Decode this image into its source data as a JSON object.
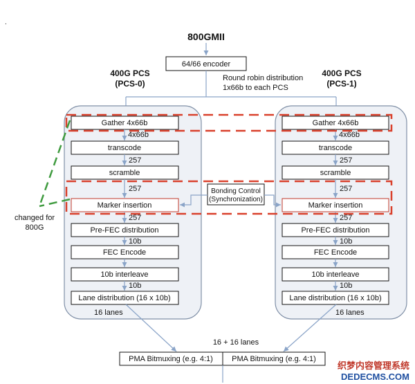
{
  "dot": ".",
  "top": {
    "title": "800GMII",
    "encoder": "64/66 encoder",
    "distribution_line1": "Round robin distribution",
    "distribution_line2": "1x66b to each PCS"
  },
  "pcs0": {
    "title_line1": "400G PCS",
    "title_line2": "(PCS-0)",
    "gather": "Gather 4x66b",
    "l_4x66b": "4x66b",
    "transcode": "transcode",
    "l_257a": "257",
    "scramble": "scramble",
    "l_257b": "257",
    "marker": "Marker insertion",
    "l_257c": "257",
    "prefec": "Pre-FEC distribution",
    "l_10ba": "10b",
    "fec": "FEC Encode",
    "l_10bb": "10b",
    "interleave": "10b interleave",
    "l_10bc": "10b",
    "lane_dist": "Lane distribution (16 x 10b)",
    "lanes": "16 lanes"
  },
  "pcs1": {
    "title_line1": "400G PCS",
    "title_line2": "(PCS-1)",
    "gather": "Gather 4x66b",
    "l_4x66b": "4x66b",
    "transcode": "transcode",
    "l_257a": "257",
    "scramble": "scramble",
    "l_257b": "257",
    "marker": "Marker insertion",
    "l_257c": "257",
    "prefec": "Pre-FEC distribution",
    "l_10ba": "10b",
    "fec": "FEC Encode",
    "l_10bb": "10b",
    "interleave": "10b interleave",
    "l_10bc": "10b",
    "lane_dist": "Lane distribution (16 x 10b)",
    "lanes": "16 lanes"
  },
  "bonding": {
    "line1": "Bonding Control",
    "line2": "(Synchronization)"
  },
  "changed_note": {
    "line1": "changed for",
    "line2": "800G"
  },
  "bottom": {
    "lanes_total": "16 + 16 lanes",
    "pma_left": "PMA Bitmuxing  (e.g. 4:1)",
    "pma_right": "PMA Bitmuxing  (e.g. 4:1)"
  },
  "watermark": {
    "line1": "织梦内容管理系统",
    "line2": "DEDECMS.COM"
  }
}
